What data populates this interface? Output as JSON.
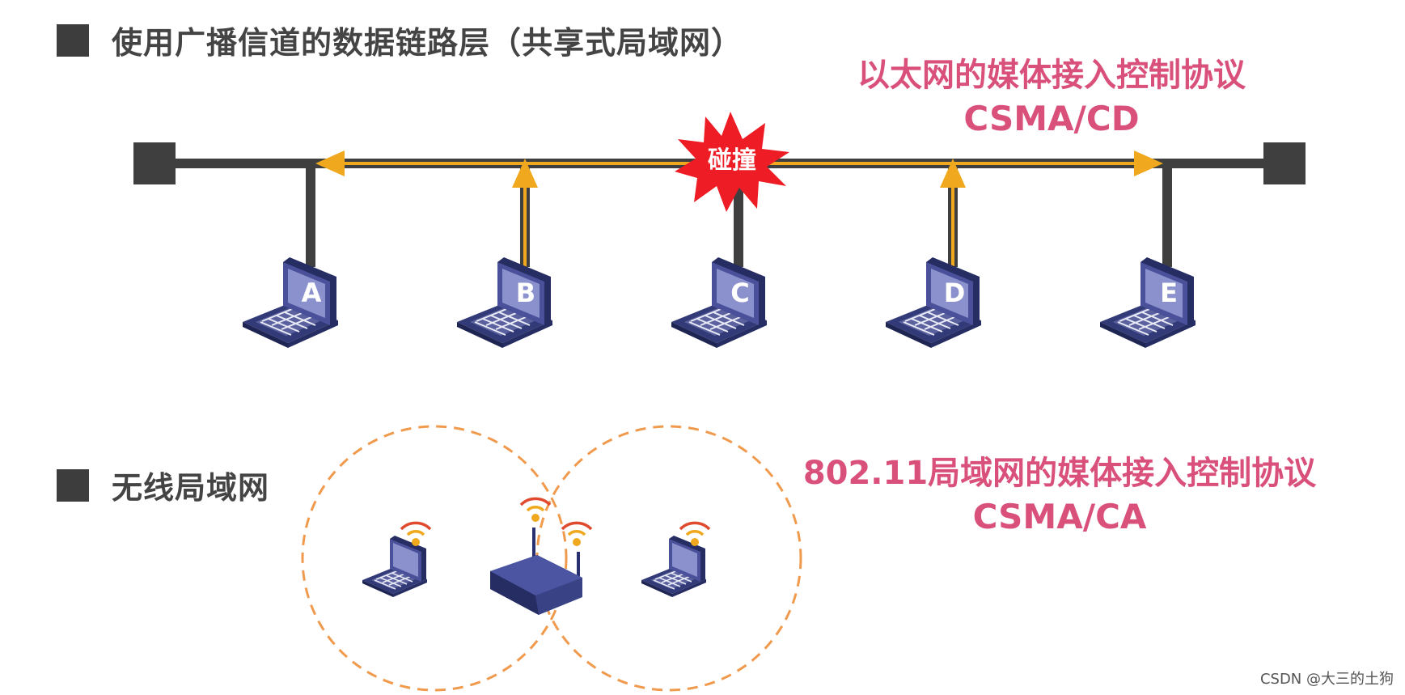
{
  "section1": {
    "title": "使用广播信道的数据链路层（共享式局域网）"
  },
  "section2": {
    "title": "无线局域网"
  },
  "ethernet": {
    "protocol_name": "以太网的媒体接入控制协议",
    "protocol_acronym": "CSMA/CD",
    "collision_label": "碰撞",
    "hosts": [
      "A",
      "B",
      "C",
      "D",
      "E"
    ]
  },
  "wireless": {
    "protocol_name": "802.11局域网的媒体接入控制协议",
    "protocol_acronym": "CSMA/CA"
  },
  "watermark": "CSDN @大三的土狗",
  "colors": {
    "bus": "#3f3f3f",
    "signal": "#f0a81e",
    "collision": "#ee1c24",
    "protocol_text": "#d9507b",
    "laptop_screen": "#8b91cc",
    "laptop_body": "#323a78",
    "range_circle": "#f09a4e"
  }
}
